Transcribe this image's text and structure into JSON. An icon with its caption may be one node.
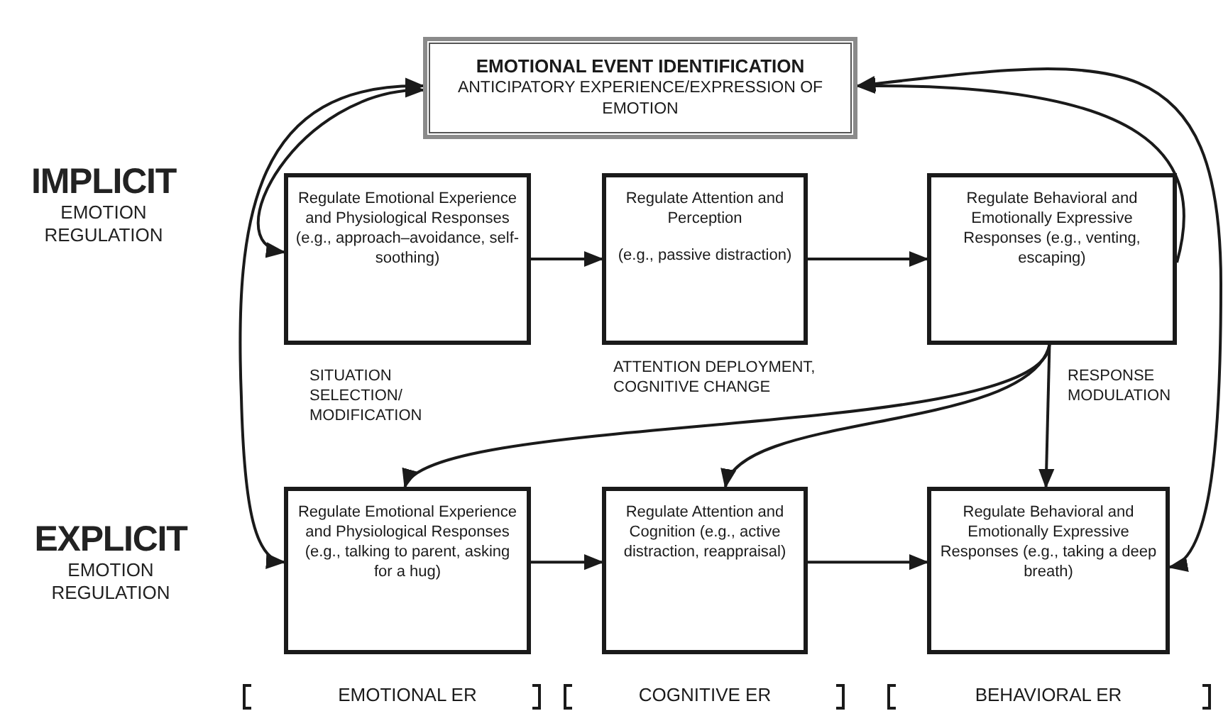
{
  "diagram": {
    "nodes": [
      {
        "text": [
          "EMOTIONAL EVENT IDENTIFICATION",
          "ANTICIPATORY EXPERIENCE/EXPRESSION OF EMOTION"
        ]
      },
      {
        "text": [
          "Regulate Emotional Experience and Physiological Responses (e.g., approach–avoidance, self-soothing)"
        ]
      },
      {
        "text": [
          "Regulate Attention and Perception",
          "(e.g., passive distraction)"
        ]
      },
      {
        "text": [
          "Regulate Behavioral and Emotionally Expressive Responses (e.g., venting, escaping)"
        ]
      },
      {
        "text": [
          "Regulate Emotional Experience and Physiological Responses (e.g., talking to parent, asking for a hug)"
        ]
      },
      {
        "text": [
          "Regulate Attention and Cognition (e.g., active distraction, reappraisal)"
        ]
      },
      {
        "text": [
          "Regulate Behavioral and Emotionally Expressive Responses (e.g., taking a deep breath)"
        ]
      }
    ],
    "edges": [
      {
        "from": 1,
        "to": 2,
        "arrow": "to"
      },
      {
        "from": 2,
        "to": 3,
        "arrow": "to"
      },
      {
        "from": 4,
        "to": 5,
        "arrow": "to"
      },
      {
        "from": 5,
        "to": 6,
        "arrow": "to"
      },
      {
        "from": 0,
        "to": 1,
        "arrow": "both"
      },
      {
        "from": 0,
        "to": 4,
        "arrow": "both"
      },
      {
        "from": 3,
        "to": 0,
        "arrow": "to"
      },
      {
        "from": 0,
        "to": 6,
        "arrow": "both"
      },
      {
        "from": 3,
        "to": 4,
        "arrow": "to"
      },
      {
        "from": 3,
        "to": 5,
        "arrow": "to"
      },
      {
        "from": 3,
        "to": 6,
        "arrow": "to"
      }
    ],
    "labels": [
      "IMPLICIT",
      "EMOTION REGULATION",
      "EXPLICIT",
      "EMOTION REGULATION",
      "SITUATION SELECTION/ MODIFICATION",
      "ATTENTION DEPLOYMENT, COGNITIVE CHANGE",
      "RESPONSE MODULATION",
      "EMOTIONAL ER",
      "COGNITIVE ER",
      "BEHAVIORAL ER"
    ]
  }
}
